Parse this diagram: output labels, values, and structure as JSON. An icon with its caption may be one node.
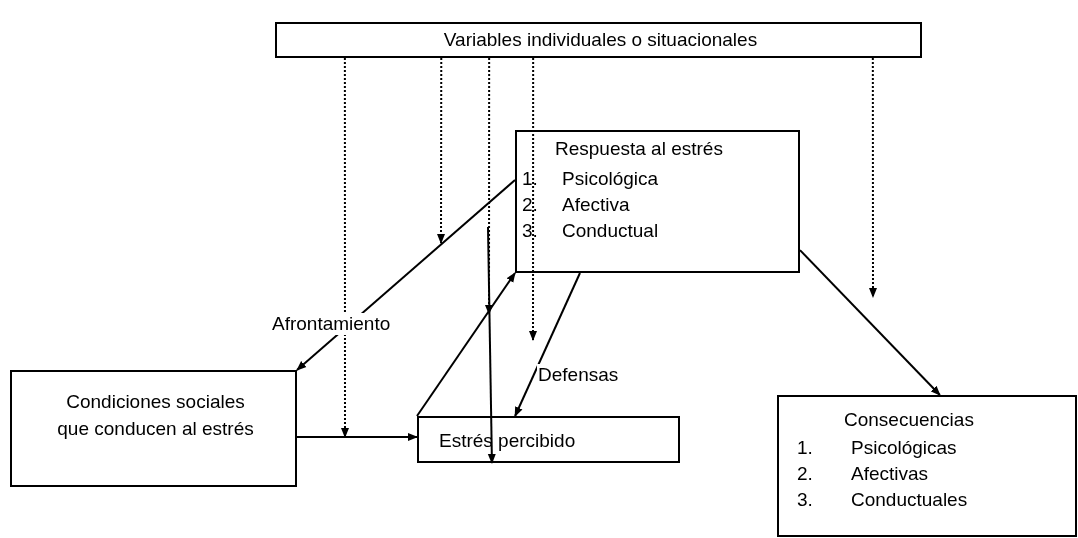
{
  "diagram": {
    "nodes": [
      {
        "text": [
          "Variables individuales o situacionales"
        ]
      },
      {
        "text": [
          "Respuesta al estrés",
          "1.",
          "Psicológica",
          "2.",
          "Afectiva",
          "3.",
          "Conductual"
        ]
      },
      {
        "text": [
          "Condiciones sociales que conducen al estrés"
        ]
      },
      {
        "text": [
          "Estrés percibido"
        ]
      },
      {
        "text": [
          "Consecuencias",
          "1.",
          "Psicológicas",
          "2.",
          "Afectivas",
          "3.",
          "Conductuales"
        ]
      }
    ],
    "edges": [
      {
        "from": 1,
        "to": 2,
        "arrow": "to",
        "label": "Afrontamiento"
      },
      {
        "from": 2,
        "to": 3,
        "arrow": "to"
      },
      {
        "from": 3,
        "to": 1,
        "arrow": "to"
      },
      {
        "from": 1,
        "to": 3,
        "arrow": "to",
        "label": "Defensas"
      },
      {
        "from": 1,
        "to": 4,
        "arrow": "to"
      },
      {
        "from": null,
        "to": 3,
        "arrow": "to"
      },
      {
        "from": 0,
        "to": null,
        "arrow": "to",
        "style": "dashed"
      },
      {
        "from": 0,
        "to": null,
        "arrow": "to",
        "style": "dashed"
      },
      {
        "from": 0,
        "to": null,
        "arrow": "to",
        "style": "dashed"
      },
      {
        "from": 0,
        "to": null,
        "arrow": "to",
        "style": "dashed"
      },
      {
        "from": 0,
        "to": null,
        "arrow": "to",
        "style": "dashed"
      }
    ]
  }
}
